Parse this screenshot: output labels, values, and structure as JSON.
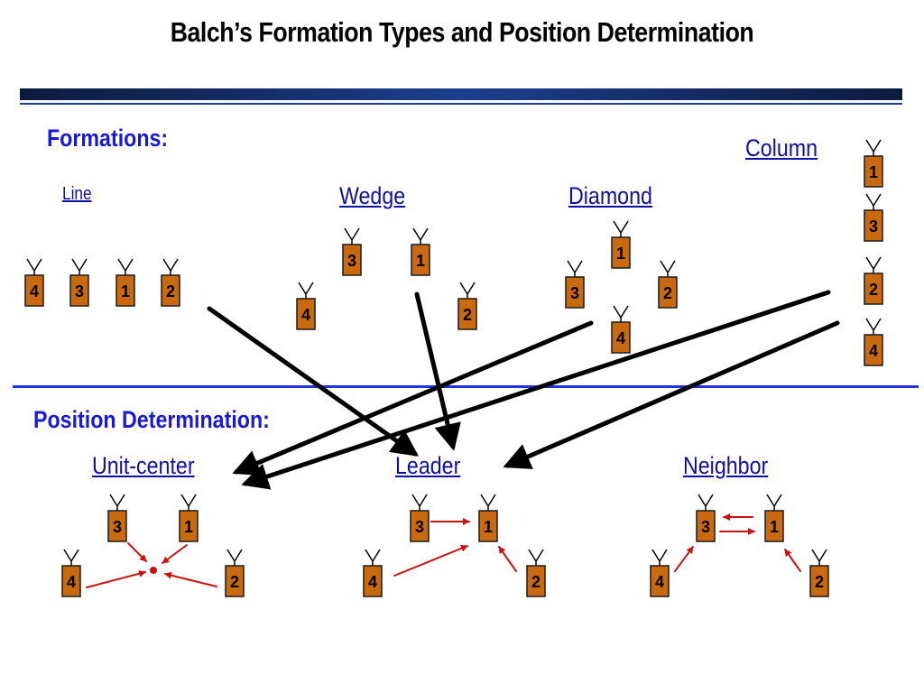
{
  "title": "Balch’s Formation Types and Position Determination",
  "formations_heading": "Formations:",
  "position_heading": "Position Determination:",
  "formations": {
    "line": "Line",
    "wedge": "Wedge",
    "diamond": "Diamond",
    "column": "Column"
  },
  "determination": {
    "unit_center": "Unit-center",
    "leader": "Leader",
    "neighbor": "Neighbor"
  },
  "colors": {
    "robot_fill": "#c96a10",
    "robot_border": "#1a1a1a",
    "black_arrow": "#000000",
    "red_arrow": "#cc1111",
    "heading_blue": "#1a1ad6",
    "link_blue": "#1010a0",
    "divider_blue": "#2233dd",
    "title_bar": "#1d3f8e"
  },
  "robot_numbers": {
    "line": [
      "4",
      "3",
      "1",
      "2"
    ],
    "wedge": [
      "3",
      "1",
      "4",
      "2"
    ],
    "diamond": [
      "1",
      "3",
      "2",
      "4"
    ],
    "column": [
      "1",
      "3",
      "2",
      "4"
    ],
    "unit_center": [
      "3",
      "1",
      "4",
      "2"
    ],
    "leader": [
      "3",
      "1",
      "4",
      "2"
    ],
    "neighbor": [
      "3",
      "1",
      "4",
      "2"
    ]
  },
  "icons": {
    "robot": "antenna-robot-icon",
    "center_point": "unit-center-dot-icon"
  }
}
